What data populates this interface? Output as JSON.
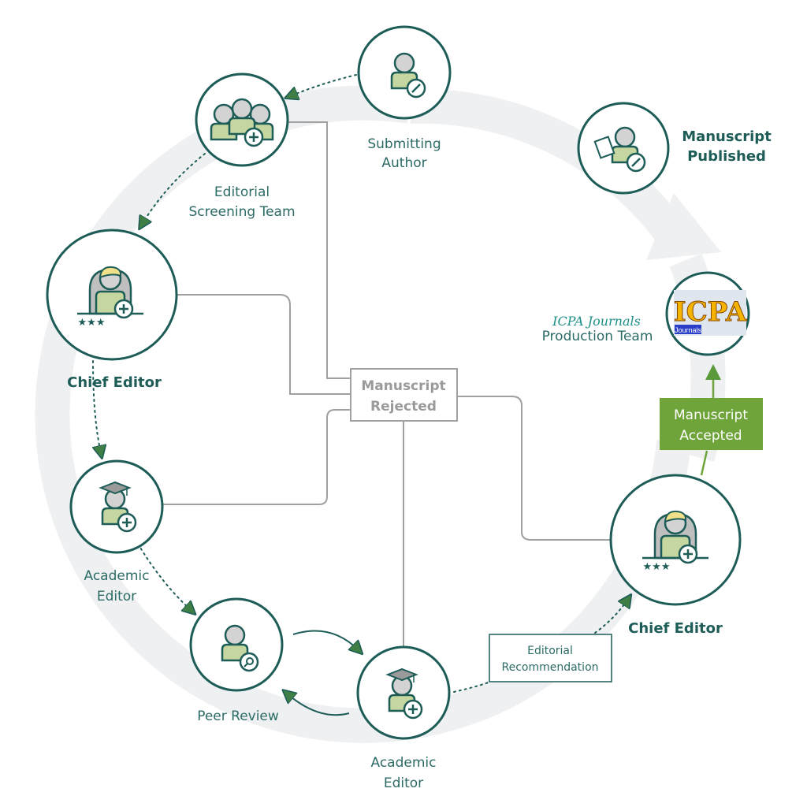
{
  "nodes": {
    "submitting_author": {
      "line1": "Submitting",
      "line2": "Author"
    },
    "screening_team": {
      "line1": "Editorial",
      "line2": "Screening Team"
    },
    "chief_editor_left": {
      "label": "Chief Editor"
    },
    "academic_editor_left": {
      "line1": "Academic",
      "line2": "Editor"
    },
    "peer_review": {
      "label": "Peer Review"
    },
    "academic_editor_bottom": {
      "line1": "Academic",
      "line2": "Editor"
    },
    "chief_editor_right": {
      "label": "Chief Editor"
    },
    "production_team": {
      "brand": "ICPA Journals",
      "line2": "Production Team",
      "logo_text": "ICPA",
      "logo_sub": "Journals"
    },
    "published": {
      "line1": "Manuscript",
      "line2": "Published"
    }
  },
  "boxes": {
    "rejected": {
      "line1": "Manuscript",
      "line2": "Rejected"
    },
    "recommendation": {
      "line1": "Editorial",
      "line2": "Recommendation"
    },
    "accepted": {
      "line1": "Manuscript",
      "line2": "Accepted"
    }
  },
  "colors": {
    "teal": "#1d5c57",
    "accept_green": "#6ea43a",
    "arrow_green": "#5a9a3a",
    "ring": "#eef0f2",
    "reject_gray": "#9a9a9a"
  }
}
